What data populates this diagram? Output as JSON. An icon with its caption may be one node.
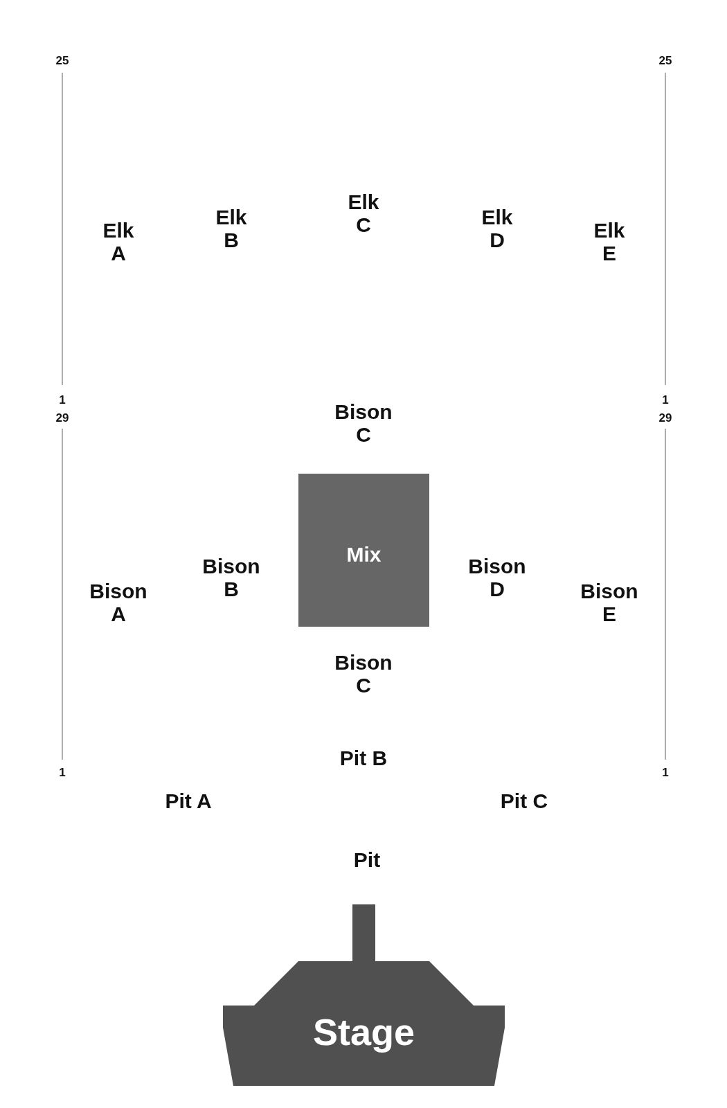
{
  "diagram": {
    "nodes": [
      {
        "text": [
          "Elk A"
        ]
      },
      {
        "text": [
          "Elk B"
        ]
      },
      {
        "text": [
          "Elk C"
        ]
      },
      {
        "text": [
          "Elk D"
        ]
      },
      {
        "text": [
          "Elk E"
        ]
      },
      {
        "text": [
          "Bison C"
        ]
      },
      {
        "text": [
          "Mix"
        ]
      },
      {
        "text": [
          "Bison B"
        ]
      },
      {
        "text": [
          "Bison D"
        ]
      },
      {
        "text": [
          "Bison A"
        ]
      },
      {
        "text": [
          "Bison E"
        ]
      },
      {
        "text": [
          "Bison C"
        ]
      },
      {
        "text": [
          "Pit B"
        ]
      },
      {
        "text": [
          "Pit A"
        ]
      },
      {
        "text": [
          "Pit C"
        ]
      },
      {
        "text": [
          "Pit"
        ]
      },
      {
        "text": [
          "Stage"
        ]
      }
    ],
    "labels": [
      "25",
      "25",
      "1",
      "1",
      "29",
      "29",
      "1",
      "1"
    ]
  }
}
